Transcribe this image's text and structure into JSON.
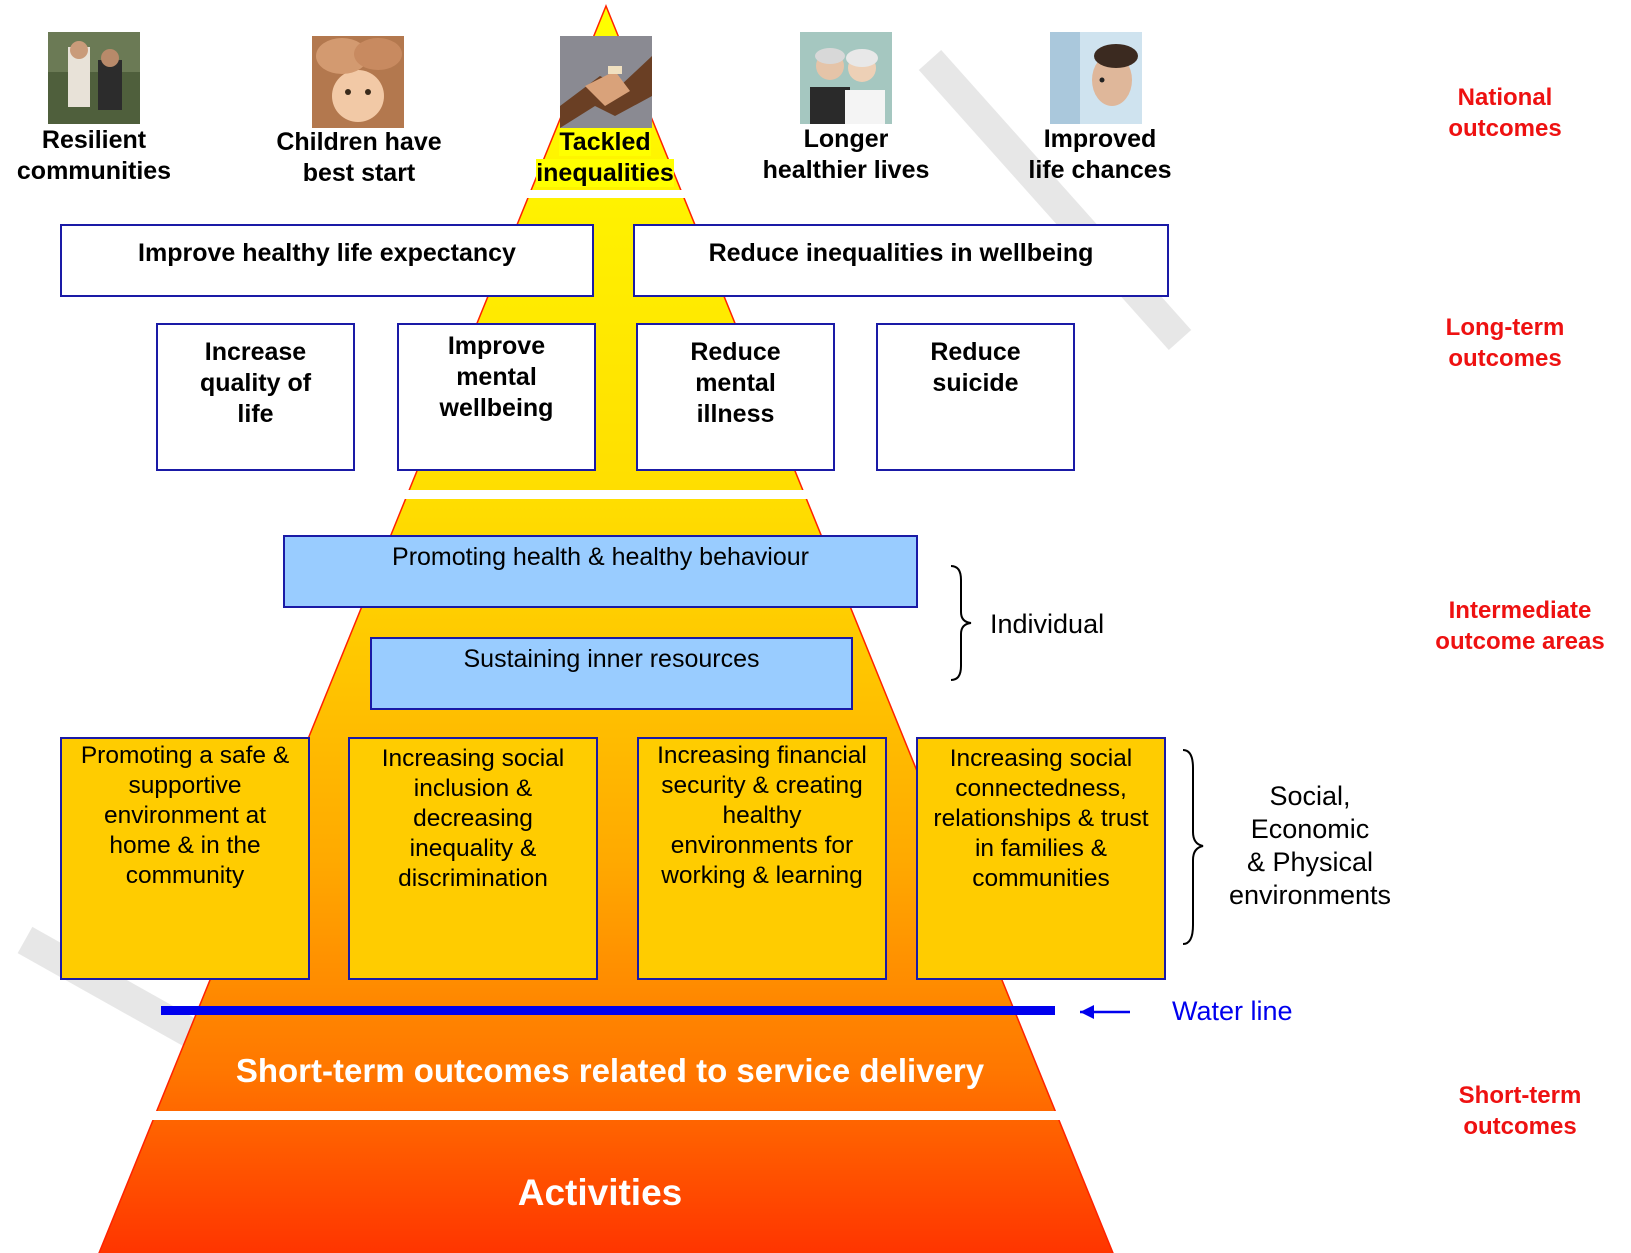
{
  "national_outcomes": [
    {
      "label": "Resilient\ncommunities",
      "icon": "community-photo"
    },
    {
      "label": "Children have\nbest start",
      "icon": "child-photo"
    },
    {
      "label": "Tackled\ninequalities",
      "icon": "handshake-photo",
      "highlight_color": "#ffff00"
    },
    {
      "label": "Longer\nhealthier lives",
      "icon": "elderly-couple-photo"
    },
    {
      "label": "Improved\nlife chances",
      "icon": "child-profile-photo"
    }
  ],
  "long_term": {
    "wide": [
      "Improve healthy life expectancy",
      "Reduce inequalities in wellbeing"
    ],
    "small": [
      "Increase\nquality of\nlife",
      "Improve\nmental\nwellbeing",
      "Reduce\nmental\nillness",
      "Reduce\nsuicide"
    ]
  },
  "intermediate": {
    "individual": [
      "Promoting health & healthy behaviour",
      "Sustaining inner resources"
    ],
    "individual_label": "Individual",
    "environments": [
      "Promoting a safe &\nsupportive\nenvironment at\nhome & in the\ncommunity",
      "Increasing social\ninclusion &\ndecreasing\ninequality &\ndiscrimination",
      "Increasing financial\nsecurity & creating\nhealthy\nenvironments for\nworking & learning",
      "Increasing social\nconnectedness,\nrelationships & trust\nin families &\ncommunities"
    ],
    "environments_label": "Social,\nEconomic\n& Physical\nenvironments"
  },
  "water_line": {
    "label": "Water line",
    "color": "#0000ee"
  },
  "short_term_text": "Short-term outcomes related to service delivery",
  "activities_text": "Activities",
  "tier_labels": {
    "national": "National\noutcomes",
    "long_term": "Long-term\noutcomes",
    "intermediate": "Intermediate\noutcome areas",
    "short_term": "Short-term\noutcomes"
  },
  "colors": {
    "apex": "#ffff00",
    "middle": "#ffcc00",
    "base": "#ff3300",
    "box_border": "#1a1aa6",
    "tier_label": "#ee1111"
  }
}
